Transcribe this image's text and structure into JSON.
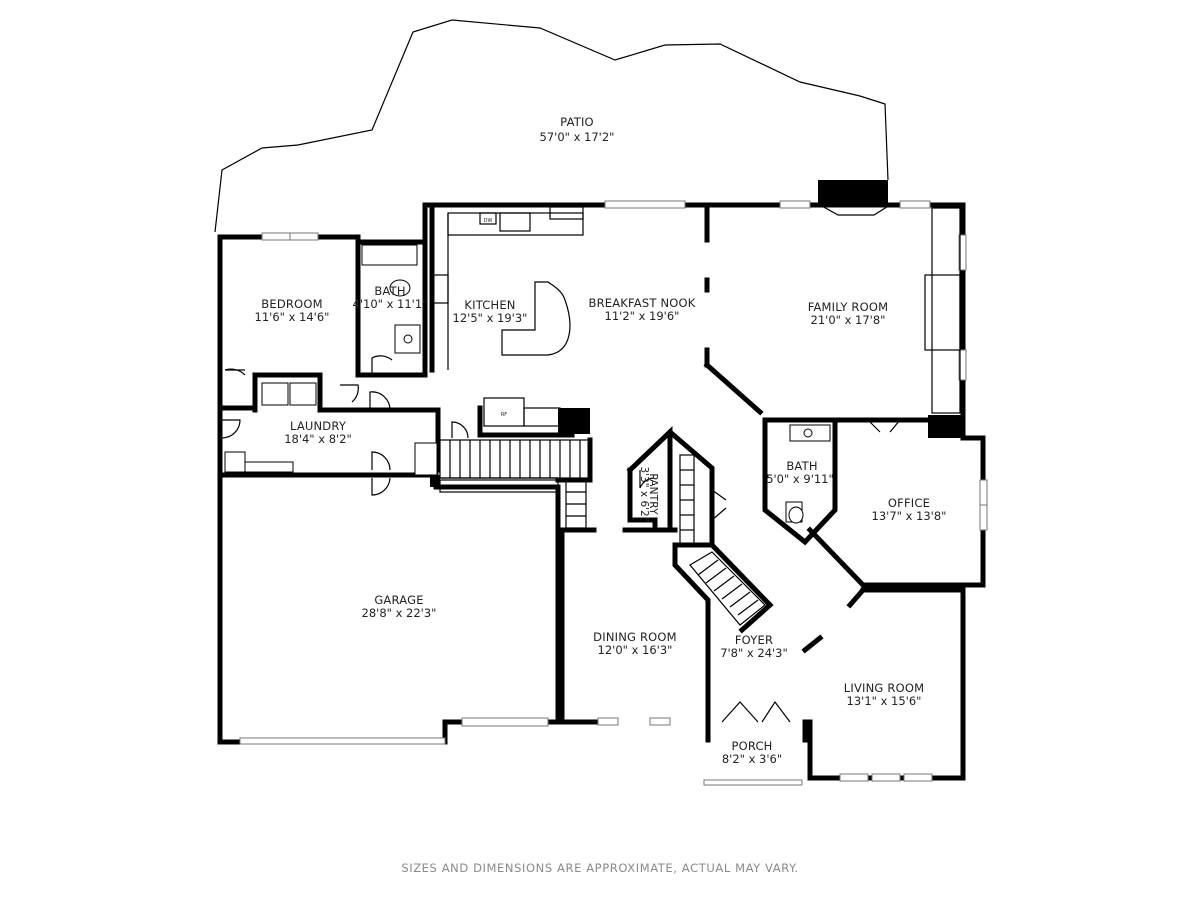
{
  "rooms": {
    "patio": {
      "name": "PATIO",
      "dims": "57'0\" x 17'2\""
    },
    "bedroom": {
      "name": "BEDROOM",
      "dims": "11'6\" x 14'6\""
    },
    "bath1": {
      "name": "BATH",
      "dims": "4'10\" x 11'1\""
    },
    "kitchen": {
      "name": "KITCHEN",
      "dims": "12'5\" x 19'3\""
    },
    "breakfast": {
      "name": "BREAKFAST NOOK",
      "dims": "11'2\" x 19'6\""
    },
    "family": {
      "name": "FAMILY ROOM",
      "dims": "21'0\" x 17'8\""
    },
    "laundry": {
      "name": "LAUNDRY",
      "dims": "18'4\" x 8'2\""
    },
    "pantry": {
      "name": "PANTRY",
      "dims": "3'3\" x 6'2\""
    },
    "bath2": {
      "name": "BATH",
      "dims": "5'0\" x 9'11\""
    },
    "office": {
      "name": "OFFICE",
      "dims": "13'7\" x 13'8\""
    },
    "garage": {
      "name": "GARAGE",
      "dims": "28'8\" x 22'3\""
    },
    "dining": {
      "name": "DINING ROOM",
      "dims": "12'0\" x 16'3\""
    },
    "foyer": {
      "name": "FOYER",
      "dims": "7'8\" x 24'3\""
    },
    "living": {
      "name": "LIVING ROOM",
      "dims": "13'1\" x 15'6\""
    },
    "porch": {
      "name": "PORCH",
      "dims": "8'2\" x 3'6\""
    }
  },
  "fixtures": {
    "dishwasher": "DW",
    "refrigerator": "RF"
  },
  "footer": "SIZES AND DIMENSIONS ARE APPROXIMATE, ACTUAL MAY VARY.",
  "colors": {
    "wall": "#000000",
    "text": "#222222",
    "footer": "#8a8a8a"
  }
}
